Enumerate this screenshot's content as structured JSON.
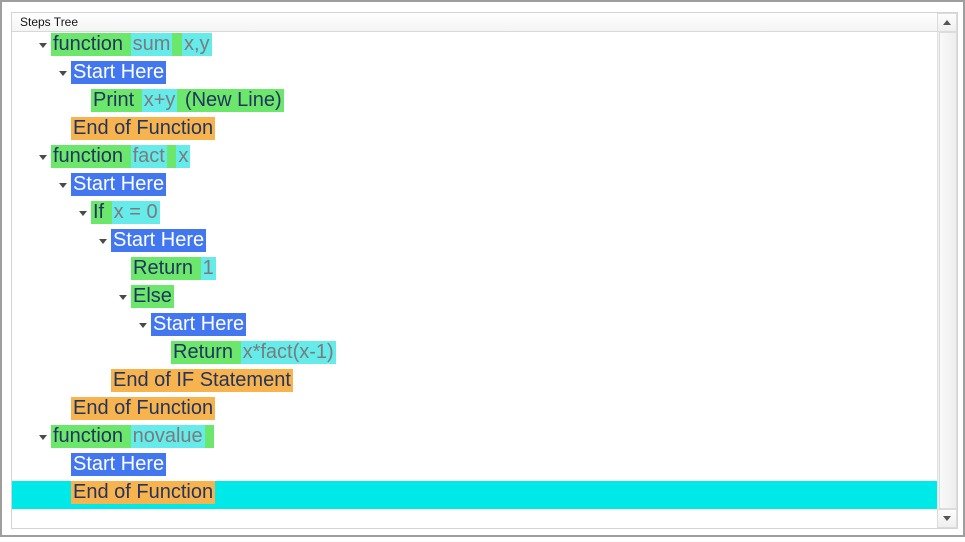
{
  "window": {
    "title": "Steps Tree"
  },
  "colors": {
    "keyword_bg": "#6BE76B",
    "keyword_fg": "#23355E",
    "value_bg": "#66EBEB",
    "value_fg": "#7B7B7B",
    "block_bg": "#4277F0",
    "block_fg": "#FFFFFF",
    "end_bg": "#F7B34E",
    "selection_bg": "#00E9E9"
  },
  "icons": {
    "expander": "triangle-down-icon",
    "scroll_up": "triangle-up-icon",
    "scroll_down": "triangle-down-icon"
  },
  "tree": {
    "rows": [
      {
        "level": 0,
        "arrow": true,
        "selected": false,
        "tokens": [
          {
            "text": "function ",
            "style": "keyword"
          },
          {
            "text": "sum",
            "style": "value"
          },
          {
            "text": " ",
            "style": "keyword"
          },
          {
            "text": "x,y",
            "style": "value"
          }
        ]
      },
      {
        "level": 1,
        "arrow": true,
        "selected": false,
        "tokens": [
          {
            "text": "Start Here",
            "style": "block"
          }
        ]
      },
      {
        "level": 2,
        "arrow": false,
        "selected": false,
        "tokens": [
          {
            "text": "Print ",
            "style": "keyword"
          },
          {
            "text": "x+y",
            "style": "value"
          },
          {
            "text": " (New Line)",
            "style": "keyword"
          }
        ]
      },
      {
        "level": 1,
        "arrow": false,
        "selected": false,
        "tokens": [
          {
            "text": "End of Function",
            "style": "end"
          }
        ]
      },
      {
        "level": 0,
        "arrow": true,
        "selected": false,
        "tokens": [
          {
            "text": "function ",
            "style": "keyword"
          },
          {
            "text": "fact",
            "style": "value"
          },
          {
            "text": " ",
            "style": "keyword"
          },
          {
            "text": "x",
            "style": "value"
          }
        ]
      },
      {
        "level": 1,
        "arrow": true,
        "selected": false,
        "tokens": [
          {
            "text": "Start Here",
            "style": "block"
          }
        ]
      },
      {
        "level": 2,
        "arrow": true,
        "selected": false,
        "tokens": [
          {
            "text": "If ",
            "style": "keyword"
          },
          {
            "text": "x = 0",
            "style": "value"
          }
        ]
      },
      {
        "level": 3,
        "arrow": true,
        "selected": false,
        "tokens": [
          {
            "text": "Start Here",
            "style": "block"
          }
        ]
      },
      {
        "level": 4,
        "arrow": false,
        "selected": false,
        "tokens": [
          {
            "text": "Return ",
            "style": "keyword"
          },
          {
            "text": "1",
            "style": "value"
          }
        ]
      },
      {
        "level": 4,
        "arrow": true,
        "selected": false,
        "tokens": [
          {
            "text": "Else",
            "style": "keyword"
          }
        ]
      },
      {
        "level": 5,
        "arrow": true,
        "selected": false,
        "tokens": [
          {
            "text": "Start Here",
            "style": "block"
          }
        ]
      },
      {
        "level": 6,
        "arrow": false,
        "selected": false,
        "tokens": [
          {
            "text": "Return ",
            "style": "keyword"
          },
          {
            "text": "x*fact(x-1)",
            "style": "value"
          }
        ]
      },
      {
        "level": 3,
        "arrow": false,
        "selected": false,
        "tokens": [
          {
            "text": "End of IF Statement",
            "style": "end"
          }
        ]
      },
      {
        "level": 1,
        "arrow": false,
        "selected": false,
        "tokens": [
          {
            "text": "End of Function",
            "style": "end"
          }
        ]
      },
      {
        "level": 0,
        "arrow": true,
        "selected": false,
        "tokens": [
          {
            "text": "function ",
            "style": "keyword"
          },
          {
            "text": "novalue",
            "style": "value"
          },
          {
            "text": " ",
            "style": "keyword"
          }
        ]
      },
      {
        "level": 1,
        "arrow": false,
        "selected": false,
        "tokens": [
          {
            "text": "Start Here",
            "style": "block"
          }
        ]
      },
      {
        "level": 1,
        "arrow": false,
        "selected": true,
        "tokens": [
          {
            "text": "End of Function",
            "style": "end"
          }
        ]
      }
    ]
  }
}
